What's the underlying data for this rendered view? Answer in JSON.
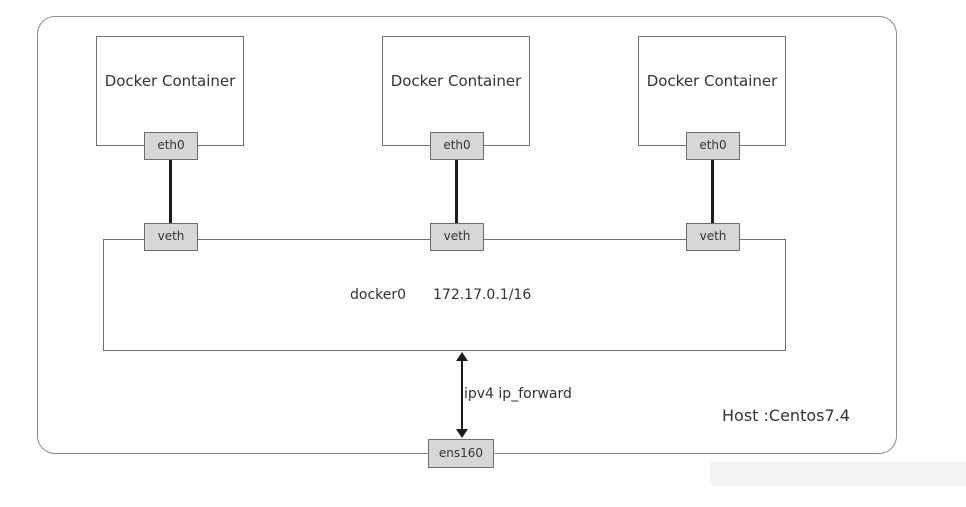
{
  "containers": [
    {
      "title": "Docker Container",
      "eth_label": "eth0",
      "veth_label": "veth"
    },
    {
      "title": "Docker Container",
      "eth_label": "eth0",
      "veth_label": "veth"
    },
    {
      "title": "Docker Container",
      "eth_label": "eth0",
      "veth_label": "veth"
    }
  ],
  "bridge": {
    "name": "docker0",
    "cidr": "172.17.0.1/16"
  },
  "forwarding": {
    "label": "ipv4 ip_forward"
  },
  "host": {
    "label": "Host :Centos7.4",
    "interface_label": "ens160"
  }
}
